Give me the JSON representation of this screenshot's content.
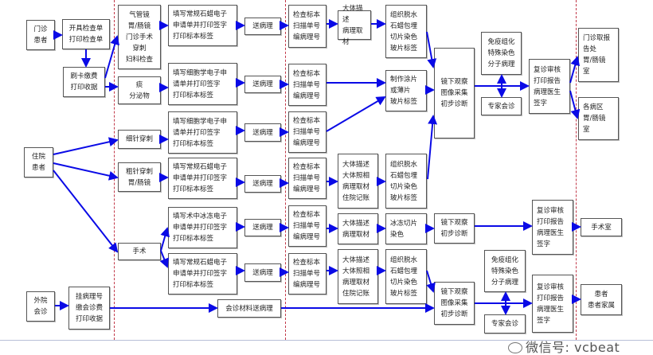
{
  "boxes": {
    "outpatient": "门诊\n患者",
    "open_form": "开具检查单\n打印检查单",
    "pay_card": "刷卡缴费\n打印收据",
    "endoscopy": "气管镜\n胃/肠镜\n门诊手术\n穿刺\n妇科检查",
    "sputum": "痰\n分泌物",
    "fill_paraffin_1": "填写常规石蜡电子\n申请单并打印签字\n打印标本标签",
    "fill_cyto_1": "填写细胞学电子申\n请单并打印签字\n打印标本标签",
    "send_1": "送病理",
    "send_2": "送病理",
    "check_1": "检查标本\n扫描单号\n编病理号",
    "check_2": "检查标本\n扫描单号\n编病理号",
    "gross_1": "大体描述\n病理取材",
    "tissue_1": "组织脱水\n石蜡包埋\n切片染色\n玻片标签",
    "smear": "制作涂片\n或薄片\n玻片标签",
    "micro_1": "镜下观察\n图像采集\n初步诊断",
    "ihc_1": "免疫组化\n特殊染色\n分子病理",
    "expert_1": "专家会诊",
    "review_1": "复诊审核\n打印报告\n病理医生\n签字",
    "outpatient_report": "门诊取报\n告处\n胃/肠镜\n室",
    "wards": "各病区\n胃/肠镜\n室",
    "inpatient": "住院\n患者",
    "fine_needle": "细针穿刺",
    "core_needle": "粗针穿刺\n胃/肠镜",
    "fill_cyto_2": "填写细胞学电子申\n请单并打印签字\n打印标本标签",
    "fill_paraffin_2": "填写常规石蜡电子\n申请单并打印签字\n打印标本标签",
    "fill_frozen": "填写术中冰冻电子\n申请单并打印签字\n打印标本标签",
    "fill_paraffin_3": "填写常规石蜡电子\n申请单并打印签字\n打印标本标签",
    "surgery": "手术",
    "send_3": "送病理",
    "send_4": "送病理",
    "send_5": "送病理",
    "send_6": "送病理",
    "check_3": "检查标本\n扫描单号\n编病理号",
    "check_4": "检查标本\n扫描单号\n编病理号",
    "check_5": "检查标本\n扫描单号\n编病理号",
    "check_6": "检查标本\n扫描单号\n编病理号",
    "gross_2": "大体描述\n大体照相\n病理取材\n住院记账",
    "tissue_2": "组织脱水\n石蜡包埋\n切片染色\n玻片标签",
    "gross_frozen": "大体描述\n病理取材",
    "frozen_section": "冰冻切片\n染色",
    "micro_frozen": "镜下观察\n初步诊断",
    "review_frozen": "复诊审核\n打印报告\n病理医生\n签字",
    "operating_room": "手术室",
    "gross_3": "大体描述\n大体照相\n病理取材\n住院记账",
    "tissue_3": "组织脱水\n石蜡包埋\n切片染色\n玻片标签",
    "micro_3": "镜下观察\n图像采集\n初步诊断",
    "ihc_2": "免疫组化\n特殊染色\n分子病理",
    "expert_2": "专家会诊",
    "review_3": "复诊审核\n打印报告\n病理医生\n签字",
    "patient_family": "患者\n患者家属",
    "external": "外院\n会诊",
    "register": "挂病理号\n缴会诊费\n打印收据",
    "consult_send": "会诊材料送病理"
  },
  "watermark": "微信号: vcbeat",
  "colors": {
    "arrow": "#0a0ae6",
    "divider": "#c23a4a",
    "border": "#555555"
  }
}
